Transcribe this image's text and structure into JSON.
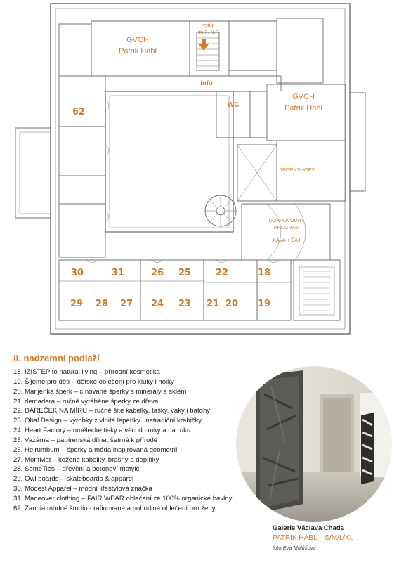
{
  "plan": {
    "rooms_top": [
      "GVCH",
      "Patrik Hábl"
    ],
    "rooms_right": [
      "GVCH",
      "Patrik Hábl"
    ],
    "entrance": [
      "vstup",
      "do 3. N.P."
    ],
    "info": "info",
    "wc": "WC",
    "workshops": "WORKSHOPY",
    "program": [
      "DOPROVODNÝ",
      "PROGRAM"
    ],
    "cafe": "KÁVA + ČAJ",
    "numbers": {
      "n62": "62",
      "n30": "30",
      "n31": "31",
      "n26": "26",
      "n25": "25",
      "n22": "22",
      "n18": "18",
      "n29": "29",
      "n28": "28",
      "n27": "27",
      "n24": "24",
      "n23": "23",
      "n21": "21",
      "n20": "20",
      "n19": "19"
    }
  },
  "floor_title": "II. nadzemní podlaží",
  "exhibitors": [
    "18. IZISTEP to natural living – přírodní kosmetika",
    "19. Šijeme pro děti – dětské oblečení pro kluky i holky",
    "20. Marijenka šperk – cínované šperky s minerály a sklem",
    "21. demadera – ručně vyráběné šperky ze dřeva",
    "22. DÁREČEK NA MÍRU – ručně šité kabelky, tašky, vaky i batohy",
    "23. Obal Design – výrobky z vlnité lepenky i netradiční krabičky",
    "24. Heart Factory – umělecké tisky a věci do ruky a na ruku",
    "25. Vazárna – papírenská dílna, šetrná k přírodě",
    "26. Hejrumbum – šperky a móda inspirovaná geometrií",
    "27. MontMat – kožené kabelky, brašny a doplňky",
    "28. SomeTies – dřevění a betonoví motýlci",
    "29. Owl boards – skateboards & apparel",
    "30. Modest Apparel – módní lifestylová značka",
    "31. Madeover clothing – FAIR WEAR oblečení ze 100% organické bavlny",
    "62. Zannia módné štúdio - rafinované a pohodlné oblečení pro ženy"
  ],
  "photo": {
    "title": "Galerie Václava Chada",
    "subtitle": "PATRIK HÁBL – S/M/L/XL",
    "credit": "foto Eva Malúšová"
  }
}
